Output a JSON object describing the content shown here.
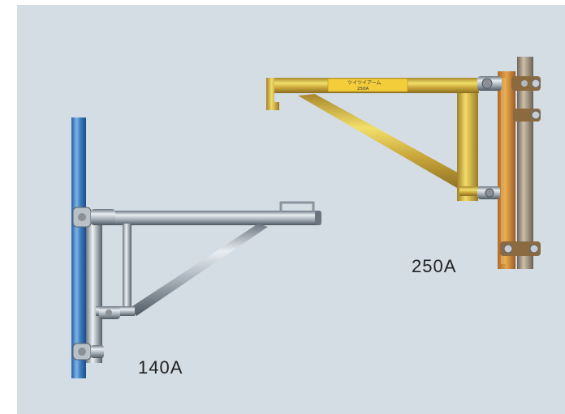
{
  "products": [
    {
      "model": "250A",
      "arm_tag": {
        "line1": "ツイツイアーム",
        "line2": "250A"
      },
      "finish_color": "#d9b73c",
      "pole_color": "#a69a88"
    },
    {
      "model": "140A",
      "finish_color": "#c9d0d6",
      "pole_color": "#3f7fc0"
    }
  ],
  "colors": {
    "panel_background": "#d4dde4",
    "page_background": "#ffffff"
  }
}
